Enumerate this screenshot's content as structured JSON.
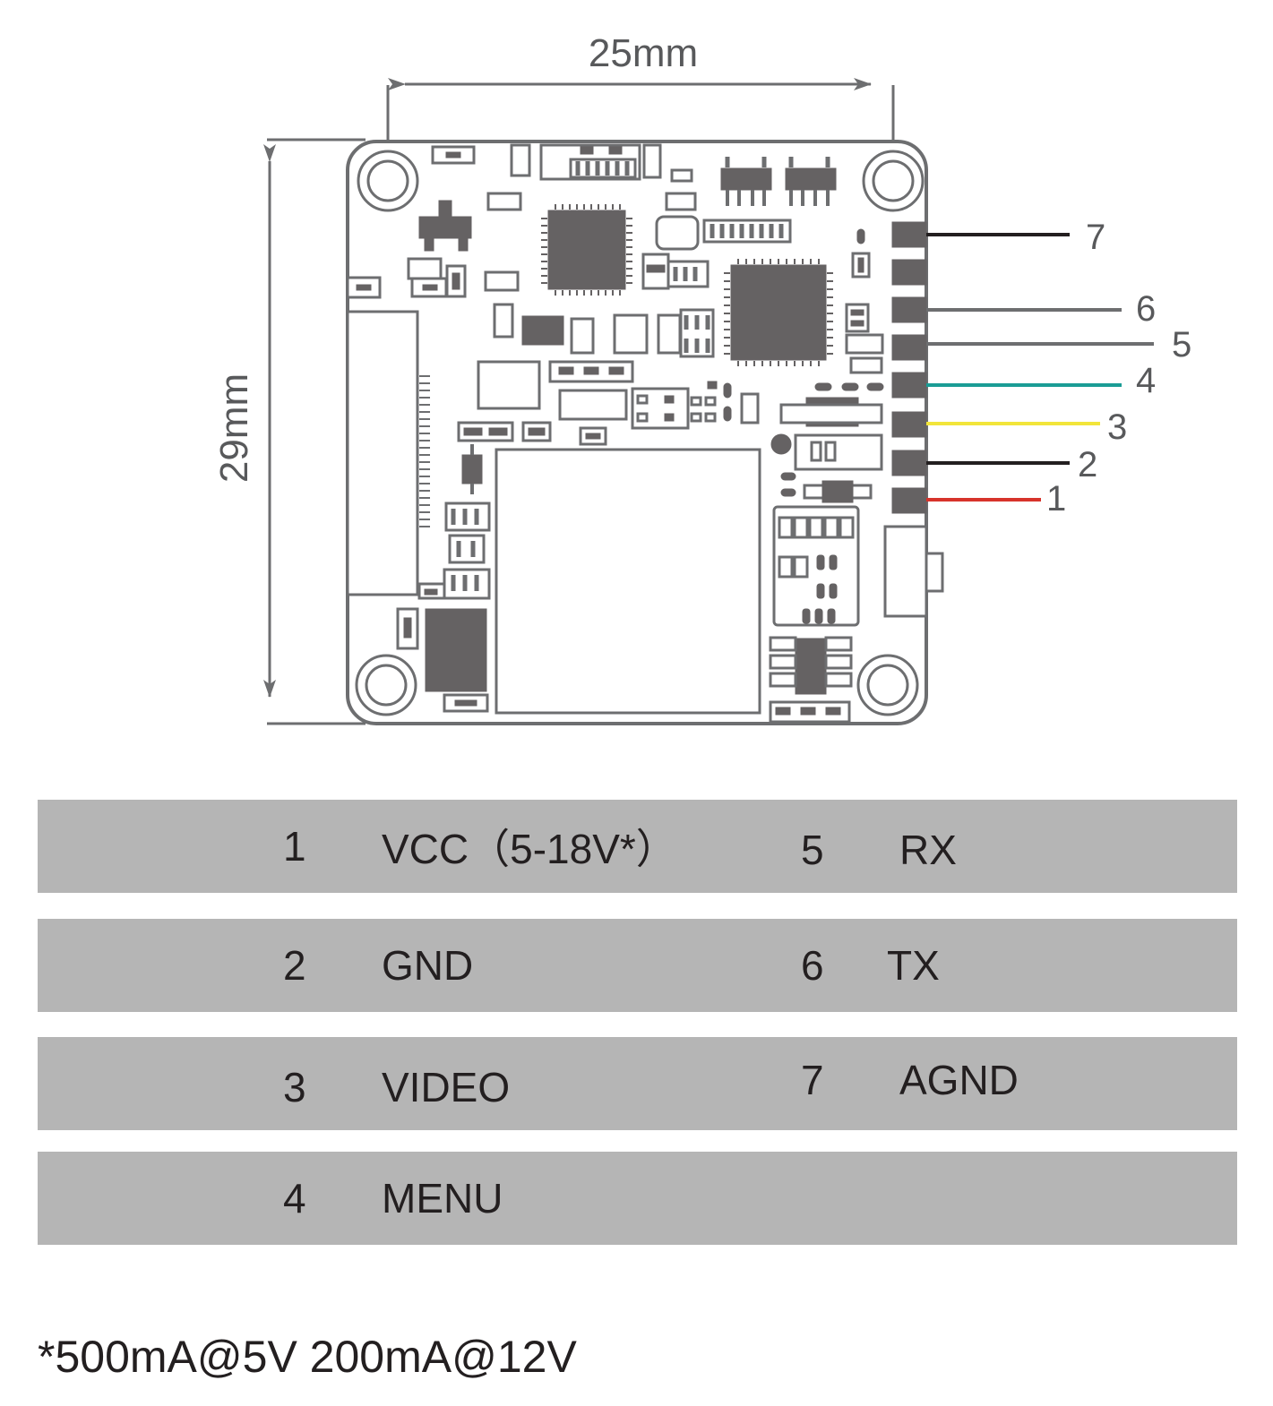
{
  "dimensions": {
    "width_label": "25mm",
    "height_label": "29mm"
  },
  "pin_numbers": [
    "1",
    "2",
    "3",
    "4",
    "5",
    "6",
    "7"
  ],
  "wire_colors": {
    "1": "#d7332b",
    "2": "#231f20",
    "3": "#f2e53a",
    "4": "#1a9c95",
    "5": "#6d6e70",
    "6": "#6d6e70",
    "7": "#231f20"
  },
  "pin_table": [
    {
      "left_num": "1",
      "left_label": "VCC（5-18V*）",
      "right_num": "5",
      "right_label": "RX"
    },
    {
      "left_num": "2",
      "left_label": "GND",
      "right_num": "6",
      "right_label": "TX"
    },
    {
      "left_num": "3",
      "left_label": "VIDEO",
      "right_num": "7",
      "right_label": "AGND"
    },
    {
      "left_num": "4",
      "left_label": "MENU",
      "right_num": "",
      "right_label": ""
    }
  ],
  "footnote": "*500mA@5V  200mA@12V"
}
